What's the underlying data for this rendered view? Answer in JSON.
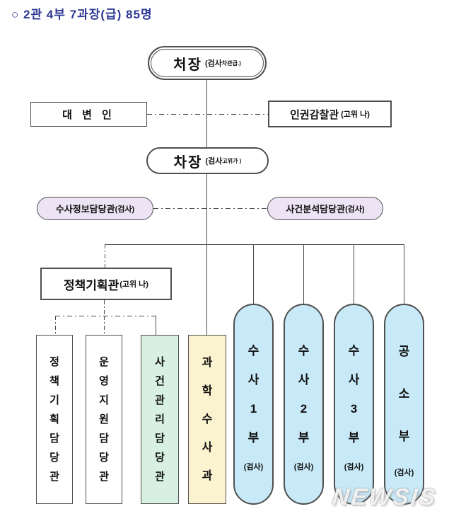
{
  "title": "○ 2관 4부 7과장(급) 85명",
  "org": {
    "chief": {
      "name": "처장",
      "rank_prefix": "(검사",
      "rank_sup": "차관급.)"
    },
    "spokesperson": {
      "name": "대 변 인"
    },
    "human_rights_inspector": {
      "name": "인권감찰관",
      "rank": "(고위 나)"
    },
    "deputy_chief": {
      "name": "차장",
      "rank_prefix": "(검사",
      "rank_sup": "고위가 )"
    },
    "invest_info_officer": {
      "name": "수사정보담당관",
      "rank": "(검사)"
    },
    "case_analysis_officer": {
      "name": "사건분석담당관",
      "rank": "(검사)"
    },
    "policy_planning_director": {
      "name": "정책기획관",
      "rank": "(고위 나)"
    },
    "policy_planning_officer": {
      "name": "정책기획담당관"
    },
    "operations_support_officer": {
      "name": "운영지원담당관"
    },
    "case_management_officer": {
      "name": "사건관리담당관"
    },
    "forensic_science_division": {
      "name": "과학수사과"
    },
    "invest_div1": {
      "name": "수사1부",
      "rank": "(검사)"
    },
    "invest_div2": {
      "name": "수사2부",
      "rank": "(검사)"
    },
    "invest_div3": {
      "name": "수사3부",
      "rank": "(검사)"
    },
    "prosecution_div": {
      "name": "공소부",
      "rank": "(검사)"
    }
  },
  "colors": {
    "title_text": "#2c3792",
    "line": "#4a4a4a",
    "purple_fill": "#ece3f5",
    "green_fill": "#d8f0e2",
    "yellow_fill": "#fbf3cf",
    "blue_fill": "#c8e9f8"
  },
  "watermark": "NEWSIS"
}
